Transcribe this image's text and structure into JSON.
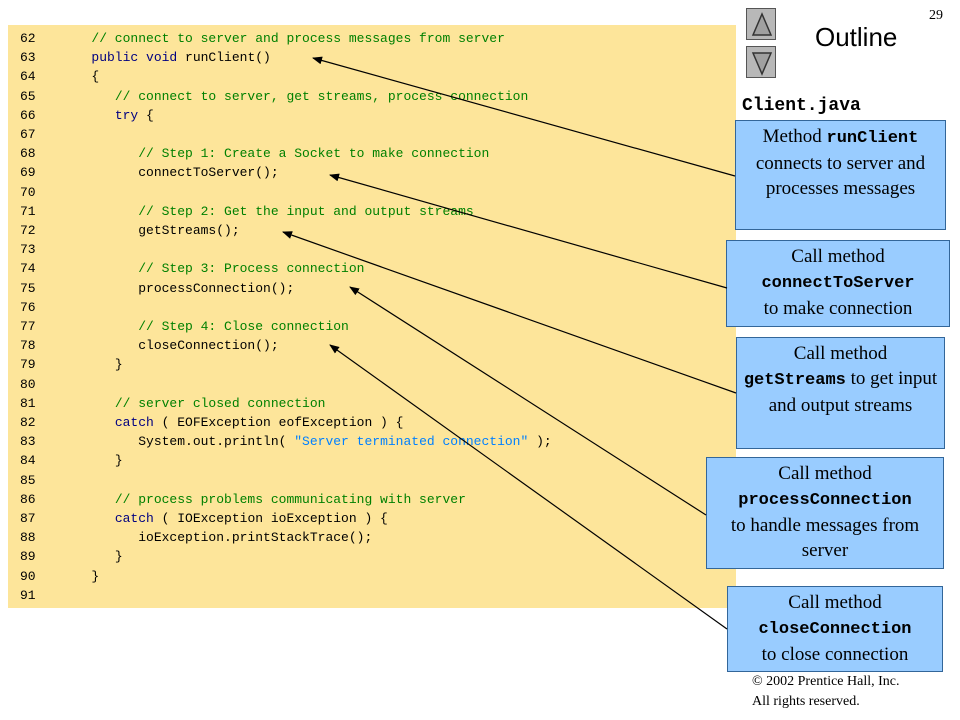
{
  "slide": {
    "page_number": "29",
    "outline_label": "Outline",
    "file_name": "Client.java",
    "copyright_line1": "© 2002 Prentice Hall, Inc.",
    "copyright_line2": "All rights reserved."
  },
  "nav": {
    "up_icon": "triangle-up-icon",
    "down_icon": "triangle-down-icon"
  },
  "colors": {
    "code_background": "#fde59a",
    "comment": "#008000",
    "keyword": "#000080",
    "string": "#0080ff",
    "callout_fill": "#99ccff"
  },
  "code_lines": [
    {
      "num": "62",
      "indent": "   ",
      "segments": [
        {
          "t": "// connect to server and process messages from server",
          "k": "comment"
        }
      ]
    },
    {
      "num": "63",
      "indent": "   ",
      "segments": [
        {
          "t": "public void ",
          "k": "keyword"
        },
        {
          "t": "runClient()",
          "k": "plain"
        }
      ]
    },
    {
      "num": "64",
      "indent": "   ",
      "segments": [
        {
          "t": "{",
          "k": "plain"
        }
      ]
    },
    {
      "num": "65",
      "indent": "      ",
      "segments": [
        {
          "t": "// connect to server, get streams, process connection",
          "k": "comment"
        }
      ]
    },
    {
      "num": "66",
      "indent": "      ",
      "segments": [
        {
          "t": "try ",
          "k": "keyword"
        },
        {
          "t": "{",
          "k": "plain"
        }
      ]
    },
    {
      "num": "67",
      "indent": "",
      "segments": []
    },
    {
      "num": "68",
      "indent": "         ",
      "segments": [
        {
          "t": "// Step 1: Create a Socket to make connection",
          "k": "comment"
        }
      ]
    },
    {
      "num": "69",
      "indent": "         ",
      "segments": [
        {
          "t": "connectToServer();",
          "k": "plain"
        }
      ]
    },
    {
      "num": "70",
      "indent": "",
      "segments": []
    },
    {
      "num": "71",
      "indent": "         ",
      "segments": [
        {
          "t": "// Step 2: Get the input and output streams",
          "k": "comment"
        }
      ]
    },
    {
      "num": "72",
      "indent": "         ",
      "segments": [
        {
          "t": "getStreams();",
          "k": "plain"
        }
      ]
    },
    {
      "num": "73",
      "indent": "",
      "segments": []
    },
    {
      "num": "74",
      "indent": "         ",
      "segments": [
        {
          "t": "// Step 3: Process connection",
          "k": "comment"
        }
      ]
    },
    {
      "num": "75",
      "indent": "         ",
      "segments": [
        {
          "t": "processConnection();",
          "k": "plain"
        }
      ]
    },
    {
      "num": "76",
      "indent": "",
      "segments": []
    },
    {
      "num": "77",
      "indent": "         ",
      "segments": [
        {
          "t": "// Step 4: Close connection",
          "k": "comment"
        }
      ]
    },
    {
      "num": "78",
      "indent": "         ",
      "segments": [
        {
          "t": "closeConnection();",
          "k": "plain"
        }
      ]
    },
    {
      "num": "79",
      "indent": "      ",
      "segments": [
        {
          "t": "}",
          "k": "plain"
        }
      ]
    },
    {
      "num": "80",
      "indent": "",
      "segments": []
    },
    {
      "num": "81",
      "indent": "      ",
      "segments": [
        {
          "t": "// server closed connection",
          "k": "comment"
        }
      ]
    },
    {
      "num": "82",
      "indent": "      ",
      "segments": [
        {
          "t": "catch ",
          "k": "keyword"
        },
        {
          "t": "( EOFException eofException ) {",
          "k": "plain"
        }
      ]
    },
    {
      "num": "83",
      "indent": "         ",
      "segments": [
        {
          "t": "System.out.println( ",
          "k": "plain"
        },
        {
          "t": "\"Server terminated connection\"",
          "k": "string"
        },
        {
          "t": " );",
          "k": "plain"
        }
      ]
    },
    {
      "num": "84",
      "indent": "      ",
      "segments": [
        {
          "t": "}",
          "k": "plain"
        }
      ]
    },
    {
      "num": "85",
      "indent": "",
      "segments": []
    },
    {
      "num": "86",
      "indent": "      ",
      "segments": [
        {
          "t": "// process problems communicating with server",
          "k": "comment"
        }
      ]
    },
    {
      "num": "87",
      "indent": "      ",
      "segments": [
        {
          "t": "catch ",
          "k": "keyword"
        },
        {
          "t": "( IOException ioException ) {",
          "k": "plain"
        }
      ]
    },
    {
      "num": "88",
      "indent": "         ",
      "segments": [
        {
          "t": "ioException.printStackTrace();",
          "k": "plain"
        }
      ]
    },
    {
      "num": "89",
      "indent": "      ",
      "segments": [
        {
          "t": "}",
          "k": "plain"
        }
      ]
    },
    {
      "num": "90",
      "indent": "   ",
      "segments": [
        {
          "t": "}",
          "k": "plain"
        }
      ]
    },
    {
      "num": "91",
      "indent": "",
      "segments": []
    }
  ],
  "callouts": [
    {
      "before": "Method ",
      "mono": "runClient",
      "after": " connects to server and processes messages"
    },
    {
      "before": "Call method ",
      "mono": "connectToServer",
      "after": " to make connection"
    },
    {
      "before": "Call method ",
      "mono": "getStreams",
      "after": " to get input and output streams"
    },
    {
      "before": "Call method ",
      "mono": "processConnection",
      "after": " to handle messages from server"
    },
    {
      "before": "Call method ",
      "mono": "closeConnection",
      "after": " to close connection"
    }
  ]
}
